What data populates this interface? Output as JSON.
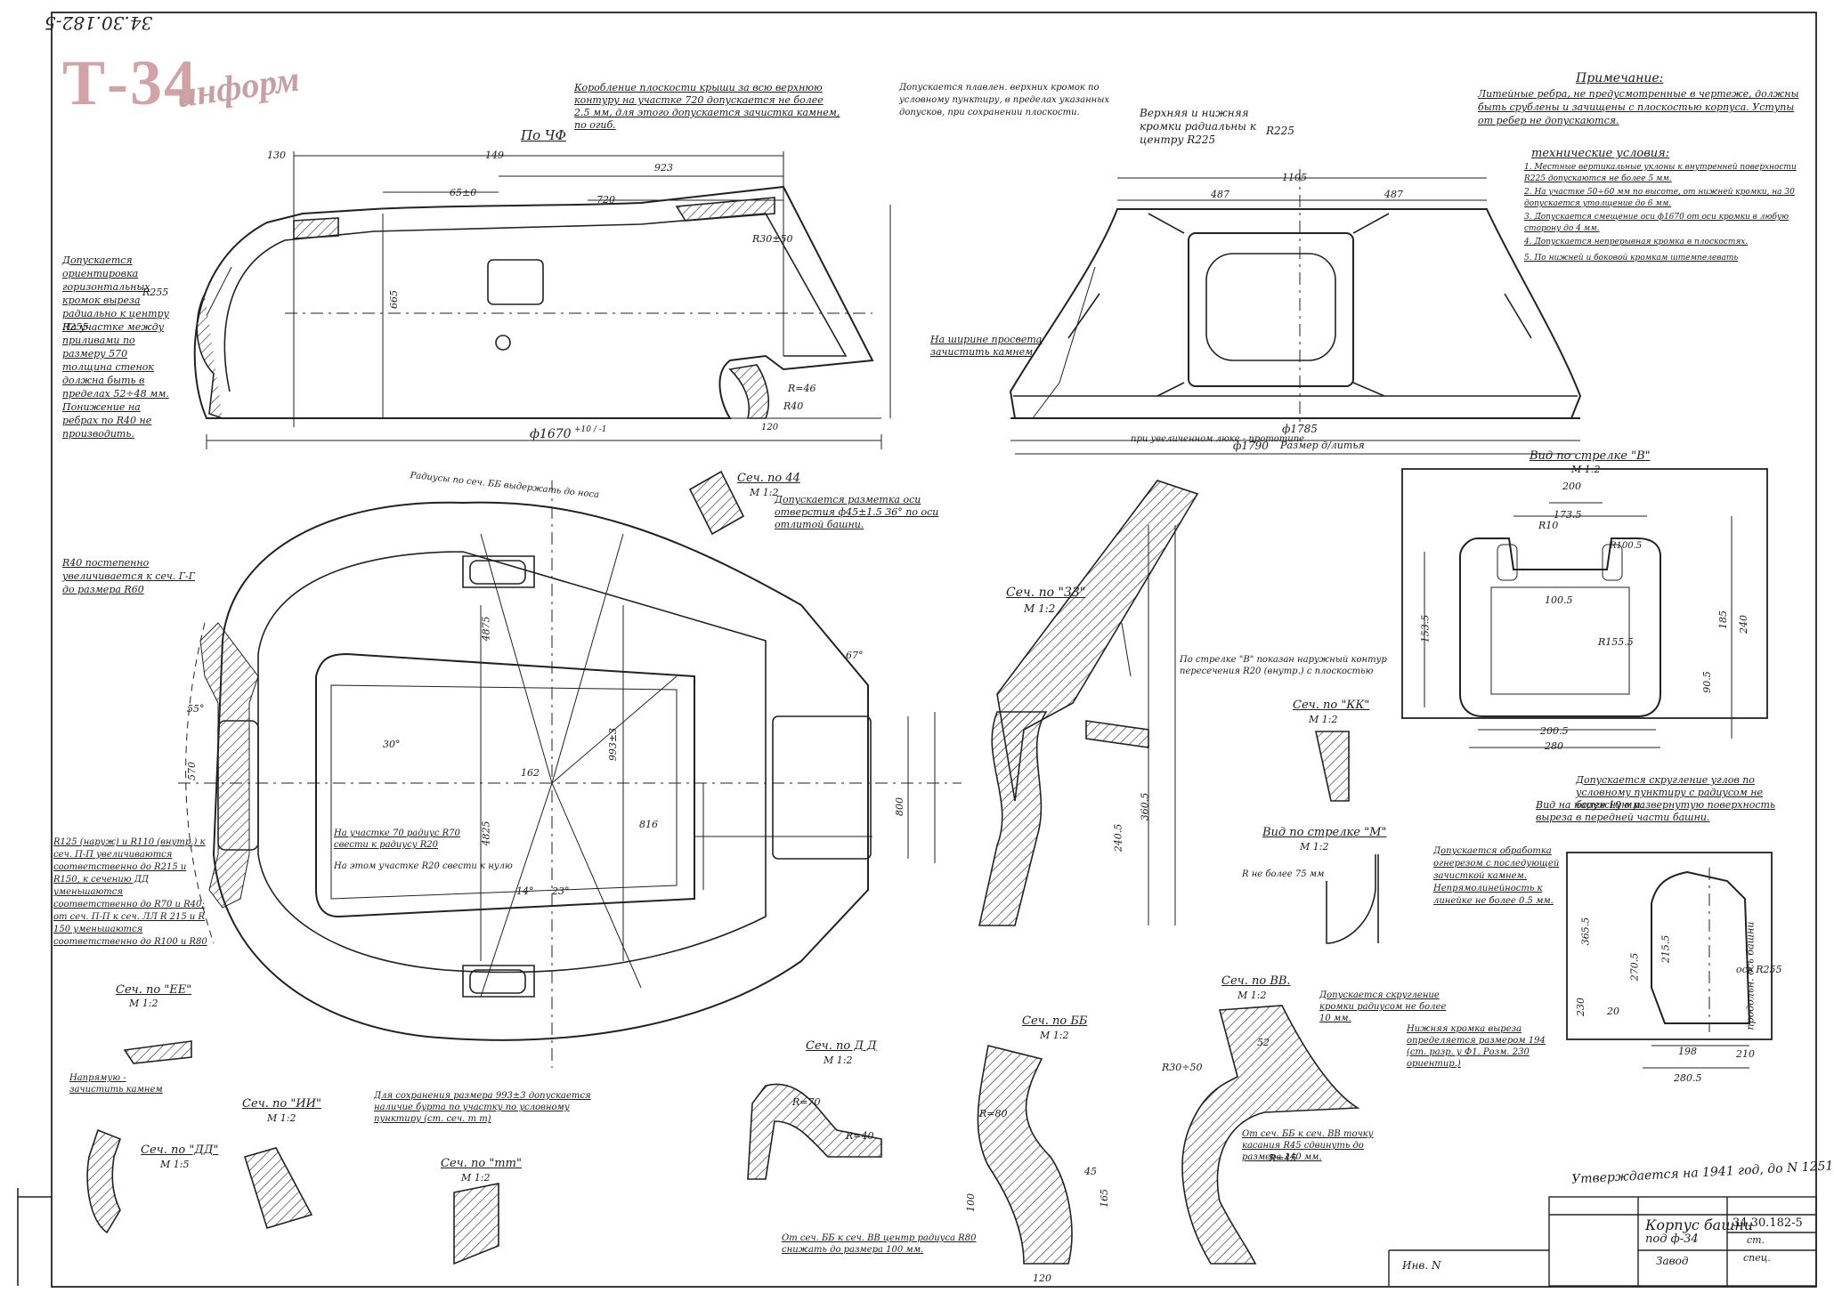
{
  "doc_number_topleft": "34.30.182-5",
  "watermark": {
    "brand": "Т-34",
    "sub": "информ"
  },
  "views": {
    "top_view": "По ЧФ",
    "section_33": "Сеч. по \"33\"",
    "section_33_scale": "М 1:2",
    "section_44": "Сеч. по 44",
    "section_44_scale": "М 1:2",
    "section_kk": "Сеч. по \"КК\"",
    "section_kk_scale": "М 1:2",
    "view_m": "Вид по стрелке \"М\"",
    "view_m_scale": "М 1:2",
    "view_b": "Вид по стрелке \"В\"",
    "view_b_scale": "М 1:2",
    "section_ee": "Сеч. по \"ЕЕ\"",
    "section_ee_scale": "М 1:2",
    "section_dd": "Сеч. по \"ДД\"",
    "section_dd_scale": "М 1:5",
    "section_ii": "Сеч. по \"ИИ\"",
    "section_ii_scale": "М 1:2",
    "section_tt": "Сеч. по \"тт\"",
    "section_tt_scale": "М 1:2",
    "section_dd2": "Сеч. по Д Д",
    "section_dd2_scale": "М 1:2",
    "section_bb": "Сеч. по ББ",
    "section_bb_scale": "М 1:2",
    "section_vv": "Сеч. по ВВ.",
    "section_vv_scale": "М 1:2"
  },
  "notes": {
    "warp": "Коробление плоскости крыши за всю верхнюю контуру на участке 720 допускается не более 2.5 мм, для этого допускается зачистка камнем, по огиб.",
    "top_cuts": "Допускается плавлен. верхних кромок по условному пунктиру, в пределах указанных допусков, при сохранении плоскости.",
    "upper_lower_edges": "Верхняя и нижняя кромки радиальны к центру R225",
    "orient": "Допускается ориентировка горизонтальных кромок выреза радиально к центру R255",
    "wall_thick": "На участке между приливами по размеру 570 толщина стенок должна быть в пределах 52÷48 мм. Понижение на ребрах по R40 не производить.",
    "r40_grow": "R40 постепенно увеличивается к сеч. Г-Г до размера R60",
    "r125": "R125 (наруж) и R110 (внутр.) к сеч. П-П увеличиваются соответственно до R215 и R150, к сечению ДД уменьшаются соответственно до R70 и R40; от сеч. П-П к сеч. ЛЛ R 215 и R 150 уменьшаются соответственно до R100 и R80",
    "clear_width": "На ширине просвета зачистить камнем",
    "marking": "Допускается разметка оси отверстия ф45±1.5 36° по оси отлитой башни.",
    "r70_local": "На участке 70 радиус R70 свести к радиусу R20",
    "r20_local": "На этом участке R20 свести к нулю",
    "radii_bb": "Радиусы по сеч. ББ выдержать до носа",
    "arrow_b_note": "По стрелке \"В\" показан наружный контур пересечения R20 (внутр.) с плоскостью",
    "processing": "Допускается обработка огнерезом с последующей зачисткой камнем. Непрямолинейность к линейке не более 0.5 мм.",
    "rounding_pil": "Допускается скругление углов по условному пунктиру с радиусом не более 10 мм.",
    "flat_view": "Вид на наружную развернутую поверхность выреза в передней части башни.",
    "bottom_edge": "Нижняя кромка выреза определяется размером 194 (ст. разр. у Ф1. Розм. 230 ориентир.)",
    "round_edges": "Допускается скругление кромки радиусом не более 10 мм.",
    "r80_reduce": "От сеч. ББ к сеч. ВВ центр радиуса R80 снижать до размера 100 мм.",
    "bb_vv_touch": "От сеч. ББ к сеч. ВВ точку касания R45 сдвинуть до размера 140 мм.",
    "size_keep": "Для сохранения размера 993±3 допускается наличие бурта по участку по условному пунктиру (ст. сеч. т т)",
    "rough_clean": "Напрямую - зачистить камнем",
    "r_no_more_75": "R не более 75 мм",
    "along_weld": "при увеличенном люке - прототипе"
  },
  "remark": {
    "title": "Примечание:",
    "body": "Литейные ребра, не предусмотренные в чертеже, должны быть срублены и зачищены с плоскостью корпуса. Уступы от ребер не допускаются."
  },
  "conditions": {
    "title": "технические условия:",
    "items": [
      "1. Местные вертикальные уклоны к внутренней поверхности R225 допускаются не более 5 мм.",
      "2. На участке 50÷60 мм по высоте, от нижней кромки, на 30 допускается утолщение до 6 мм.",
      "3. Допускается смещение оси ф1670 от оси кромки в любую сторону до 4 мм.",
      "4. Допускается непрерывная кромка в плоскостях.",
      "5. По нижней и боковой кромкам штемпелевать"
    ]
  },
  "dims": {
    "d1670": "ф1670",
    "d1670_tol": "+10 / -1",
    "d1785": "ф1785",
    "d1790": "ф1790",
    "d1790_note": "Размер д/литья",
    "w1105": "1105",
    "w487a": "487",
    "w487b": "487",
    "r225": "R225",
    "r255": "R255",
    "a65": "65±0",
    "a720": "720",
    "a923": "923",
    "a149": "149",
    "a130": "130",
    "r30": "R30±50",
    "r46": "R=46",
    "r40": "R40",
    "a120": "120",
    "a665": "665",
    "a4875": "4875",
    "a4825": "4825",
    "a993": "993±3",
    "a816": "816",
    "a800": "800",
    "a570": "570",
    "a162": "162",
    "a200": "200",
    "a1735": "173.5",
    "a1005": "100.5",
    "a280": "280",
    "a2005": "200.5",
    "a240": "240",
    "a905": "90.5",
    "a185": "185",
    "a1535": "153.5",
    "r10": "R10",
    "r1005": "R100.5",
    "r1555": "R155.5",
    "a210": "210",
    "a198": "198",
    "a2805": "280.5",
    "a2705": "270.5",
    "a2155": "215.5",
    "a3655": "365.5",
    "a230": "230",
    "a20": "20",
    "os_tower": "продольн. ось башни",
    "os_r255": "ось R255",
    "a3605": "360.5",
    "a2405": "240.5",
    "r70": "R=70",
    "r40b": "R=40",
    "r45": "R=45",
    "r80": "R=80",
    "r305": "R30÷50",
    "a52": "52",
    "a45": "45",
    "a165": "165",
    "a100": "100",
    "a120b": "120",
    "a14": "14°",
    "a23": "23°",
    "a30": "30°",
    "a67": "67°",
    "a55": "55°"
  },
  "approval": {
    "text": "Утверждается на 1941 год, до N 1251",
    "inv": "Инв. N"
  },
  "titleblock": {
    "name": "Корпус башни",
    "variant": "под ф-34",
    "number": "34.30.182-5",
    "plant": "Завод",
    "st": "ст.",
    "spec": "спец."
  }
}
